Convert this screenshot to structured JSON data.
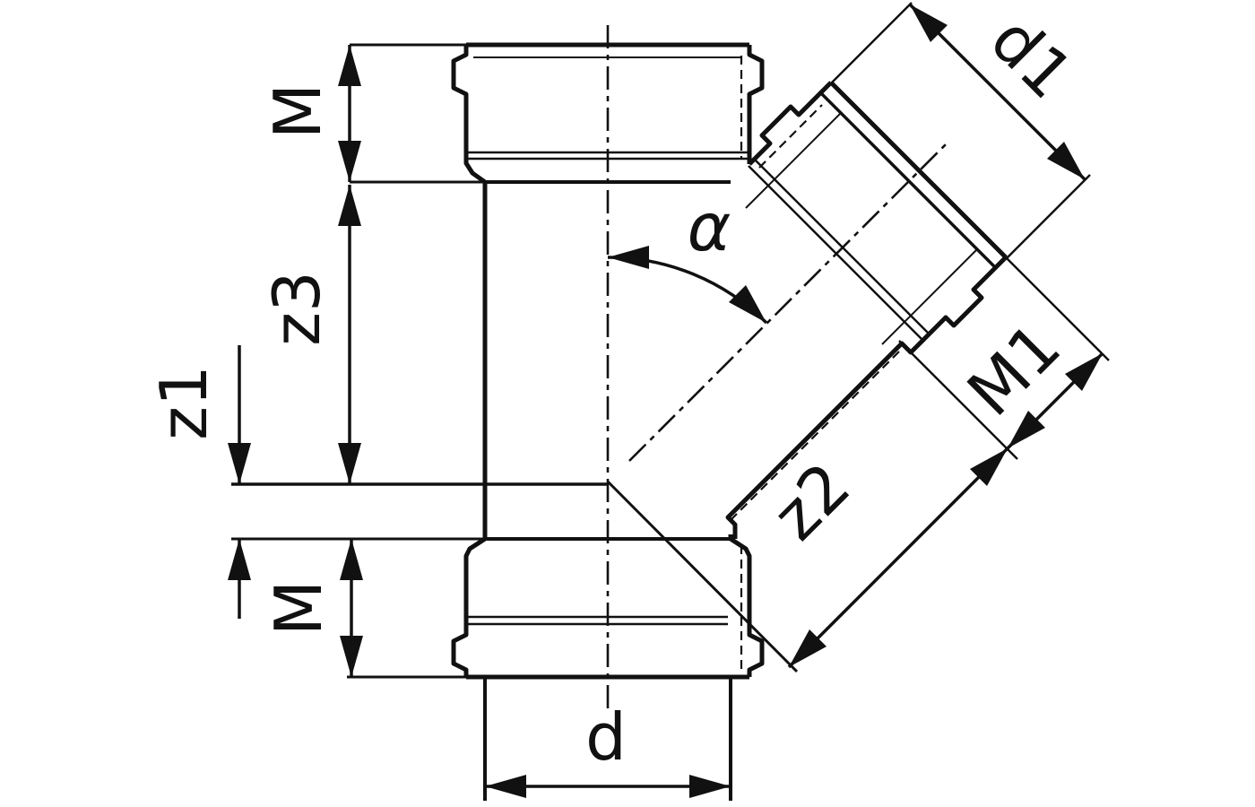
{
  "drawing": {
    "kind": "technical-drawing",
    "subject": "45-degree branch pipe fitting with push-fit sockets, sectional dimension drawing"
  },
  "labels": {
    "m_top": "M",
    "z3": "z3",
    "z1": "z1",
    "m_bottom": "M",
    "d": "d",
    "d1": "d1",
    "m1": "M1",
    "z2": "z2",
    "alpha": "α"
  },
  "colors": {
    "line": "#111111",
    "background": "#ffffff"
  }
}
